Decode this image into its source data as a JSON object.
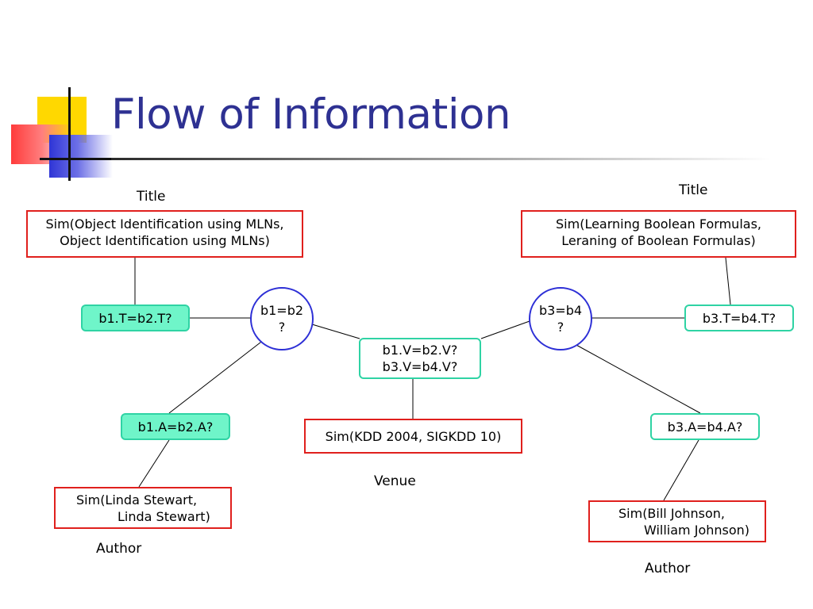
{
  "slide": {
    "title": "Flow of Information"
  },
  "labels": {
    "title_left": "Title",
    "title_right": "Title",
    "venue": "Venue",
    "author_left": "Author",
    "author_right": "Author"
  },
  "nodes": {
    "sim_title_left": [
      "Sim(Object Identification using MLNs,",
      "Object Identification using MLNs)"
    ],
    "sim_title_right": [
      "Sim(Learning Boolean Formulas,",
      "Leraning of Boolean Formulas)"
    ],
    "b1t_b2t": "b1.T=b2.T?",
    "b3t_b4t": "b3.T=b4.T?",
    "b1_b2": [
      "b1=b2",
      "?"
    ],
    "b3_b4": [
      "b3=b4",
      "?"
    ],
    "venue_query": [
      "b1.V=b2.V?",
      "b3.V=b4.V?"
    ],
    "b1a_b2a": "b1.A=b2.A?",
    "b3a_b4a": "b3.A=b4.A?",
    "sim_venue": "Sim(KDD 2004, SIGKDD 10)",
    "sim_author_left": [
      "Sim(Linda Stewart,",
      "Linda Stewart)"
    ],
    "sim_author_right": [
      "Sim(Bill Johnson,",
      "William Johnson)"
    ]
  },
  "colors": {
    "title": "#2e3192",
    "red_border": "#e0201d",
    "green_fill": "#6ff5c9",
    "green_border": "#2fd3a4",
    "circle_border": "#2d2fd6"
  }
}
